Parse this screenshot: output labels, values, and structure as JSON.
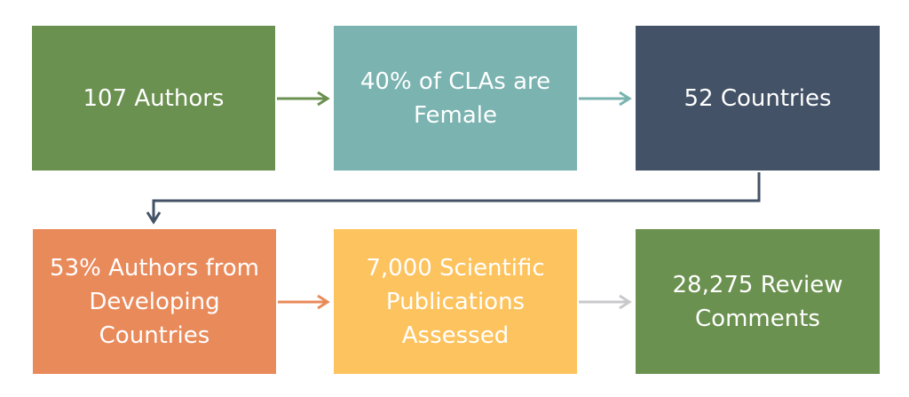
{
  "boxes": [
    {
      "label": "107 Authors",
      "color": "#6b9150"
    },
    {
      "label": "40% of CLAs are Female",
      "color": "#7ab3b0"
    },
    {
      "label": "52 Countries",
      "color": "#435266"
    },
    {
      "label": "53% Authors from Developing Countries",
      "color": "#e98a5b"
    },
    {
      "label": "7,000 Scientific Publications Assessed",
      "color": "#fdc35e"
    },
    {
      "label": "28,275 Review Comments",
      "color": "#6b9150"
    }
  ],
  "arrow_colors": {
    "a1": "#6b9150",
    "a2": "#7ab3b0",
    "connector": "#435266",
    "a4": "#e98a5b",
    "a5": "#c9c9cc"
  }
}
